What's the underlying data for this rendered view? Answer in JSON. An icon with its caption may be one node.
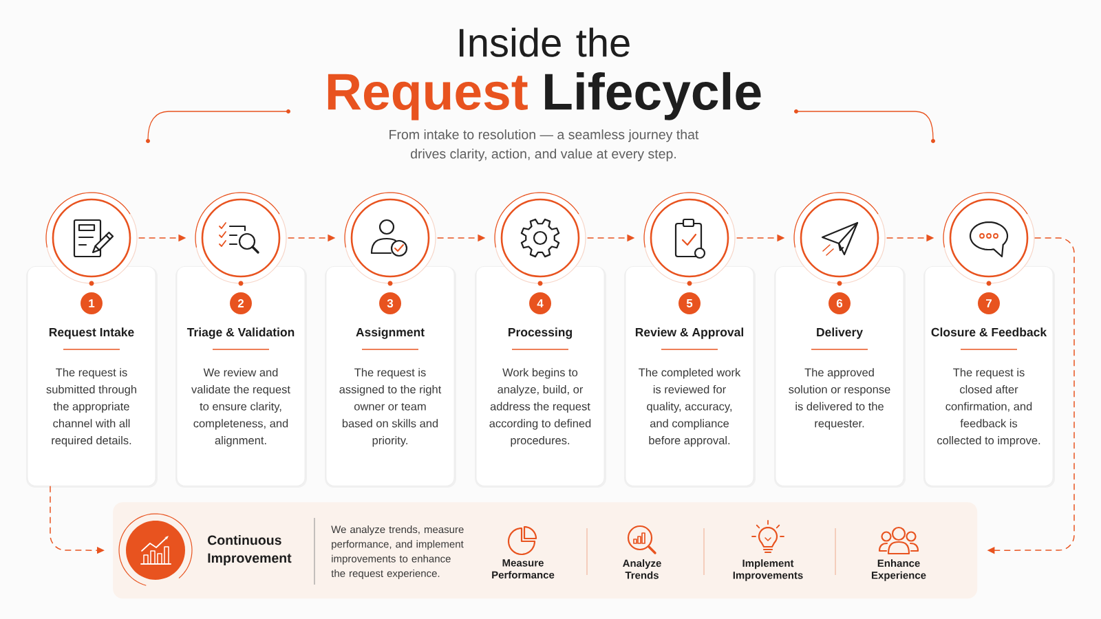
{
  "diagram": {
    "title": "Inside the **Request Lifecycle**",
    "nodes": [
      {
        "text": [],
        "shape": "circle"
      },
      {
        "text": [
          "Request Intake",
          "The request is submitted through the appropriate channel with all required details."
        ]
      },
      {
        "text": [
          "1"
        ],
        "in": 1
      },
      {
        "text": [],
        "shape": "circle"
      },
      {
        "text": [
          "Triage & Validation",
          "We review and validate the request to ensure clarity, completeness, and alignment."
        ]
      },
      {
        "text": [
          "2"
        ],
        "in": 4
      },
      {
        "text": [],
        "shape": "circle"
      },
      {
        "text": [
          "Assignment",
          "The request is assigned to the right owner or team based on skills and priority."
        ]
      },
      {
        "text": [
          "3"
        ],
        "in": 7
      },
      {
        "text": [],
        "shape": "circle"
      },
      {
        "text": [
          "Processing",
          "Work begins to analyze, build, or address the request according to defined procedures."
        ]
      },
      {
        "text": [
          "4"
        ],
        "in": 10
      },
      {
        "text": [],
        "shape": "circle"
      },
      {
        "text": [
          "Review & Approval",
          "The completed work is reviewed for quality, accuracy, and compliance before approval."
        ]
      },
      {
        "text": [
          "5"
        ],
        "in": 13
      },
      {
        "text": [],
        "shape": "circle"
      },
      {
        "text": [
          "Delivery",
          "The approved solution or response is delivered to the requester."
        ]
      },
      {
        "text": [
          "6"
        ],
        "in": 16
      },
      {
        "text": [],
        "shape": "circle"
      },
      {
        "text": [
          "Closure & Feedback",
          "The request is closed after confirmation, and feedback is collected to improve."
        ]
      },
      {
        "text": [
          "7"
        ],
        "in": 19
      },
      {
        "text": [
          "Continuous Improvement",
          "We analyze trends, measure performance, and implement improvements to enhance the request experience."
        ]
      }
    ],
    "edges": [
      {
        "from": 0,
        "to": 3,
        "arrow": "to",
        "style": "dashed"
      },
      {
        "from": 3,
        "to": 6,
        "arrow": "to",
        "style": "dashed"
      },
      {
        "from": 6,
        "to": 9,
        "arrow": "to",
        "style": "dashed"
      },
      {
        "from": 9,
        "to": 12,
        "arrow": "to",
        "style": "dashed"
      },
      {
        "from": 12,
        "to": 15,
        "arrow": "to",
        "style": "dashed"
      },
      {
        "from": 15,
        "to": 18,
        "arrow": "to",
        "style": "dashed"
      },
      {
        "from": 18,
        "to": 21,
        "arrow": "to",
        "style": "dashed"
      },
      {
        "from": 1,
        "to": 21,
        "arrow": "to",
        "style": "dashed"
      }
    ],
    "labels": [
      "From intake to resolution — a seamless journey that drives clarity, action, and value at every step.",
      "Measure Performance",
      "Analyze Trends",
      "Implement Improvements",
      "Enhance Experience"
    ]
  }
}
